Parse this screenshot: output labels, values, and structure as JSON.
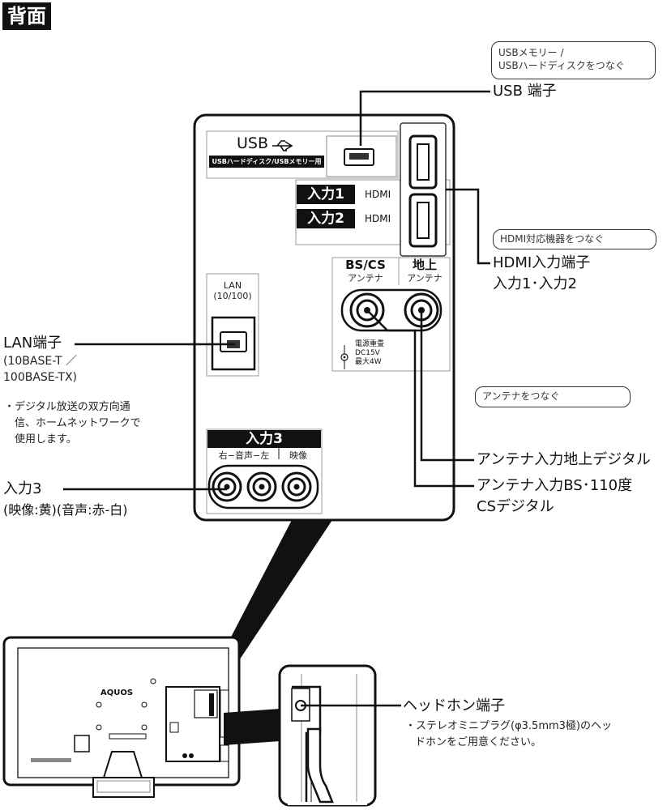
{
  "header": {
    "title": "背面"
  },
  "usb": {
    "note_line1": "USBメモリー /",
    "note_line2": "USBハードディスクをつなぐ",
    "callout": "USB 端子",
    "panel_label": "USB",
    "panel_sublabel": "USBハードディスク/USBメモリー用"
  },
  "hdmi": {
    "input1_tag": "入力1",
    "input2_tag": "入力2",
    "input_small": "HDMI",
    "note": "HDMI対応機器をつなぐ",
    "callout_line1": "HDMI入力端子",
    "callout_line2": "入力1･入力2"
  },
  "lan": {
    "panel_label_line1": "LAN",
    "panel_label_line2": "(10/100)",
    "callout": "LAN端子",
    "spec_line1": "(10BASE-T ／",
    "spec_line2": "100BASE-TX)",
    "note_line1": "・デジタル放送の双方向通",
    "note_line2": "信、ホームネットワークで",
    "note_line3": "使用します。"
  },
  "antenna": {
    "bscs_label": "BS/CS",
    "bscs_sub": "アンテナ",
    "chijo_label": "地上",
    "chijo_sub": "アンテナ",
    "power_line1": "電源重畳",
    "power_line2": "DC15V",
    "power_line3": "最大4W",
    "note": "アンテナをつなぐ",
    "terrestrial_callout": "アンテナ入力地上デジタル",
    "bscs_callout_line1": "アンテナ入力BS･110度",
    "bscs_callout_line2": "CSデジタル"
  },
  "input3": {
    "tag": "入力3",
    "audio_label": "右−音声−左",
    "video_label": "映像",
    "callout": "入力3",
    "callout_sub": "(映像:黄)(音声:赤-白)"
  },
  "tv": {
    "brand": "AQUOS"
  },
  "headphone": {
    "callout": "ヘッドホン端子",
    "note_line1": "・ステレオミニプラグ(φ3.5mm3極)のヘッ",
    "note_line2": "ドホンをご用意ください。"
  }
}
